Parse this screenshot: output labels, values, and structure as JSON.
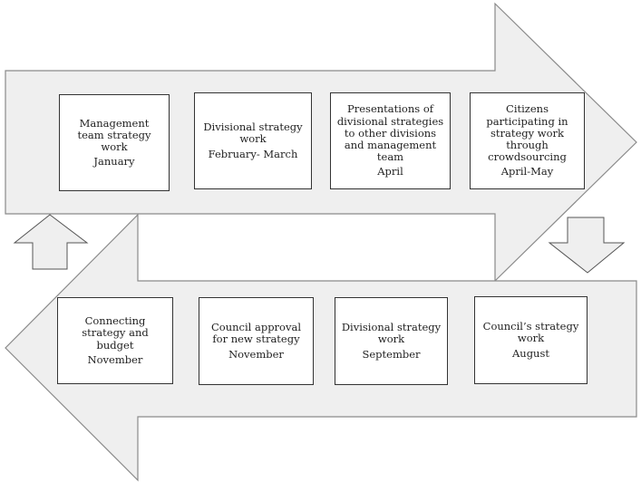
{
  "diagram": {
    "top_row": [
      {
        "title": "Management team strategy work",
        "period": "January"
      },
      {
        "title": "Divisional strategy work",
        "period": "February- March"
      },
      {
        "title": "Presentations of divisional strategies to other divisions and management team",
        "period": "April"
      },
      {
        "title": "Citizens participating in strategy work through crowdsourcing",
        "period": "April-May"
      }
    ],
    "bottom_row": [
      {
        "title": "Connecting strategy and budget",
        "period": "November"
      },
      {
        "title": "Council approval for new strategy",
        "period": "November"
      },
      {
        "title": "Divisional strategy work",
        "period": "September"
      },
      {
        "title": "Council’s strategy work",
        "period": "August"
      }
    ],
    "colors": {
      "arrow_fill": "#efefef",
      "arrow_stroke": "#8a8a8a",
      "box_stroke": "#333333"
    }
  }
}
